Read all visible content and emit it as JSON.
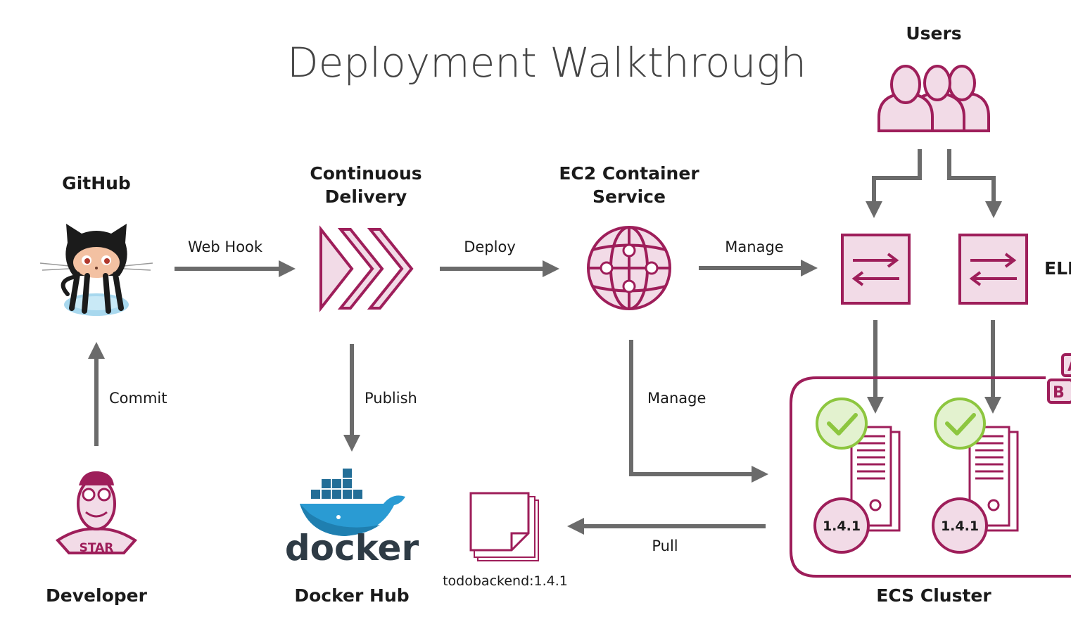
{
  "title": "Deployment Walkthrough",
  "nodes": {
    "github": "GitHub",
    "continuous_delivery_line1": "Continuous",
    "continuous_delivery_line2": "Delivery",
    "ecs_line1": "EC2 Container",
    "ecs_line2": "Service",
    "users": "Users",
    "elb": "ELB",
    "developer": "Developer",
    "docker_hub": "Docker Hub",
    "docker_wordmark": "docker",
    "image_tag": "todobackend:1.4.1",
    "ecs_cluster": "ECS Cluster",
    "az_a": "A",
    "az_b": "B"
  },
  "edges": {
    "web_hook": "Web Hook",
    "deploy": "Deploy",
    "manage_elb": "Manage",
    "commit": "Commit",
    "publish": "Publish",
    "manage_cluster": "Manage",
    "pull": "Pull"
  },
  "cluster": {
    "version_1": "1.4.1",
    "version_2": "1.4.1"
  },
  "icons": {
    "developer_badge": "STAR"
  },
  "colors": {
    "accent": "#9e1e5a",
    "accent_fill": "#f2dbe7",
    "arrow": "#6b6b6b",
    "check": "#8dc63f"
  }
}
